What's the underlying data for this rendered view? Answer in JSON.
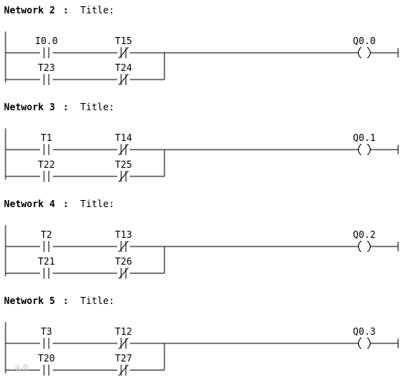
{
  "networks": [
    {
      "number": "Network 2",
      "title": "Title:",
      "row1": [
        {
          "label": "I0.0",
          "type": "NO",
          "name": "contact-i0-0"
        },
        {
          "label": "T15",
          "type": "NC",
          "name": "contact-t15"
        }
      ],
      "row2": [
        {
          "label": "T23",
          "type": "NO",
          "name": "contact-t23"
        },
        {
          "label": "T24",
          "type": "NC",
          "name": "contact-t24"
        }
      ],
      "coil": {
        "label": "Q0.0",
        "name": "coil-q0-0"
      }
    },
    {
      "number": "Network 3",
      "title": "Title:",
      "row1": [
        {
          "label": "T1",
          "type": "NO",
          "name": "contact-t1"
        },
        {
          "label": "T14",
          "type": "NC",
          "name": "contact-t14"
        }
      ],
      "row2": [
        {
          "label": "T22",
          "type": "NO",
          "name": "contact-t22"
        },
        {
          "label": "T25",
          "type": "NC",
          "name": "contact-t25"
        }
      ],
      "coil": {
        "label": "Q0.1",
        "name": "coil-q0-1"
      }
    },
    {
      "number": "Network 4",
      "title": "Title:",
      "row1": [
        {
          "label": "T2",
          "type": "NO",
          "name": "contact-t2"
        },
        {
          "label": "T13",
          "type": "NC",
          "name": "contact-t13"
        }
      ],
      "row2": [
        {
          "label": "T21",
          "type": "NO",
          "name": "contact-t21"
        },
        {
          "label": "T26",
          "type": "NC",
          "name": "contact-t26"
        }
      ],
      "coil": {
        "label": "Q0.2",
        "name": "coil-q0-2"
      }
    },
    {
      "number": "Network 5",
      "title": "Title:",
      "row1": [
        {
          "label": "T3",
          "type": "NO",
          "name": "contact-t3"
        },
        {
          "label": "T12",
          "type": "NC",
          "name": "contact-t12"
        }
      ],
      "row2": [
        {
          "label": "T20",
          "type": "NO",
          "name": "contact-t20"
        },
        {
          "label": "T27",
          "type": "NC",
          "name": "contact-t27"
        }
      ],
      "coil": {
        "label": "Q0.3",
        "name": "coil-q0-3"
      }
    }
  ],
  "separator": ":",
  "watermark": "头条"
}
